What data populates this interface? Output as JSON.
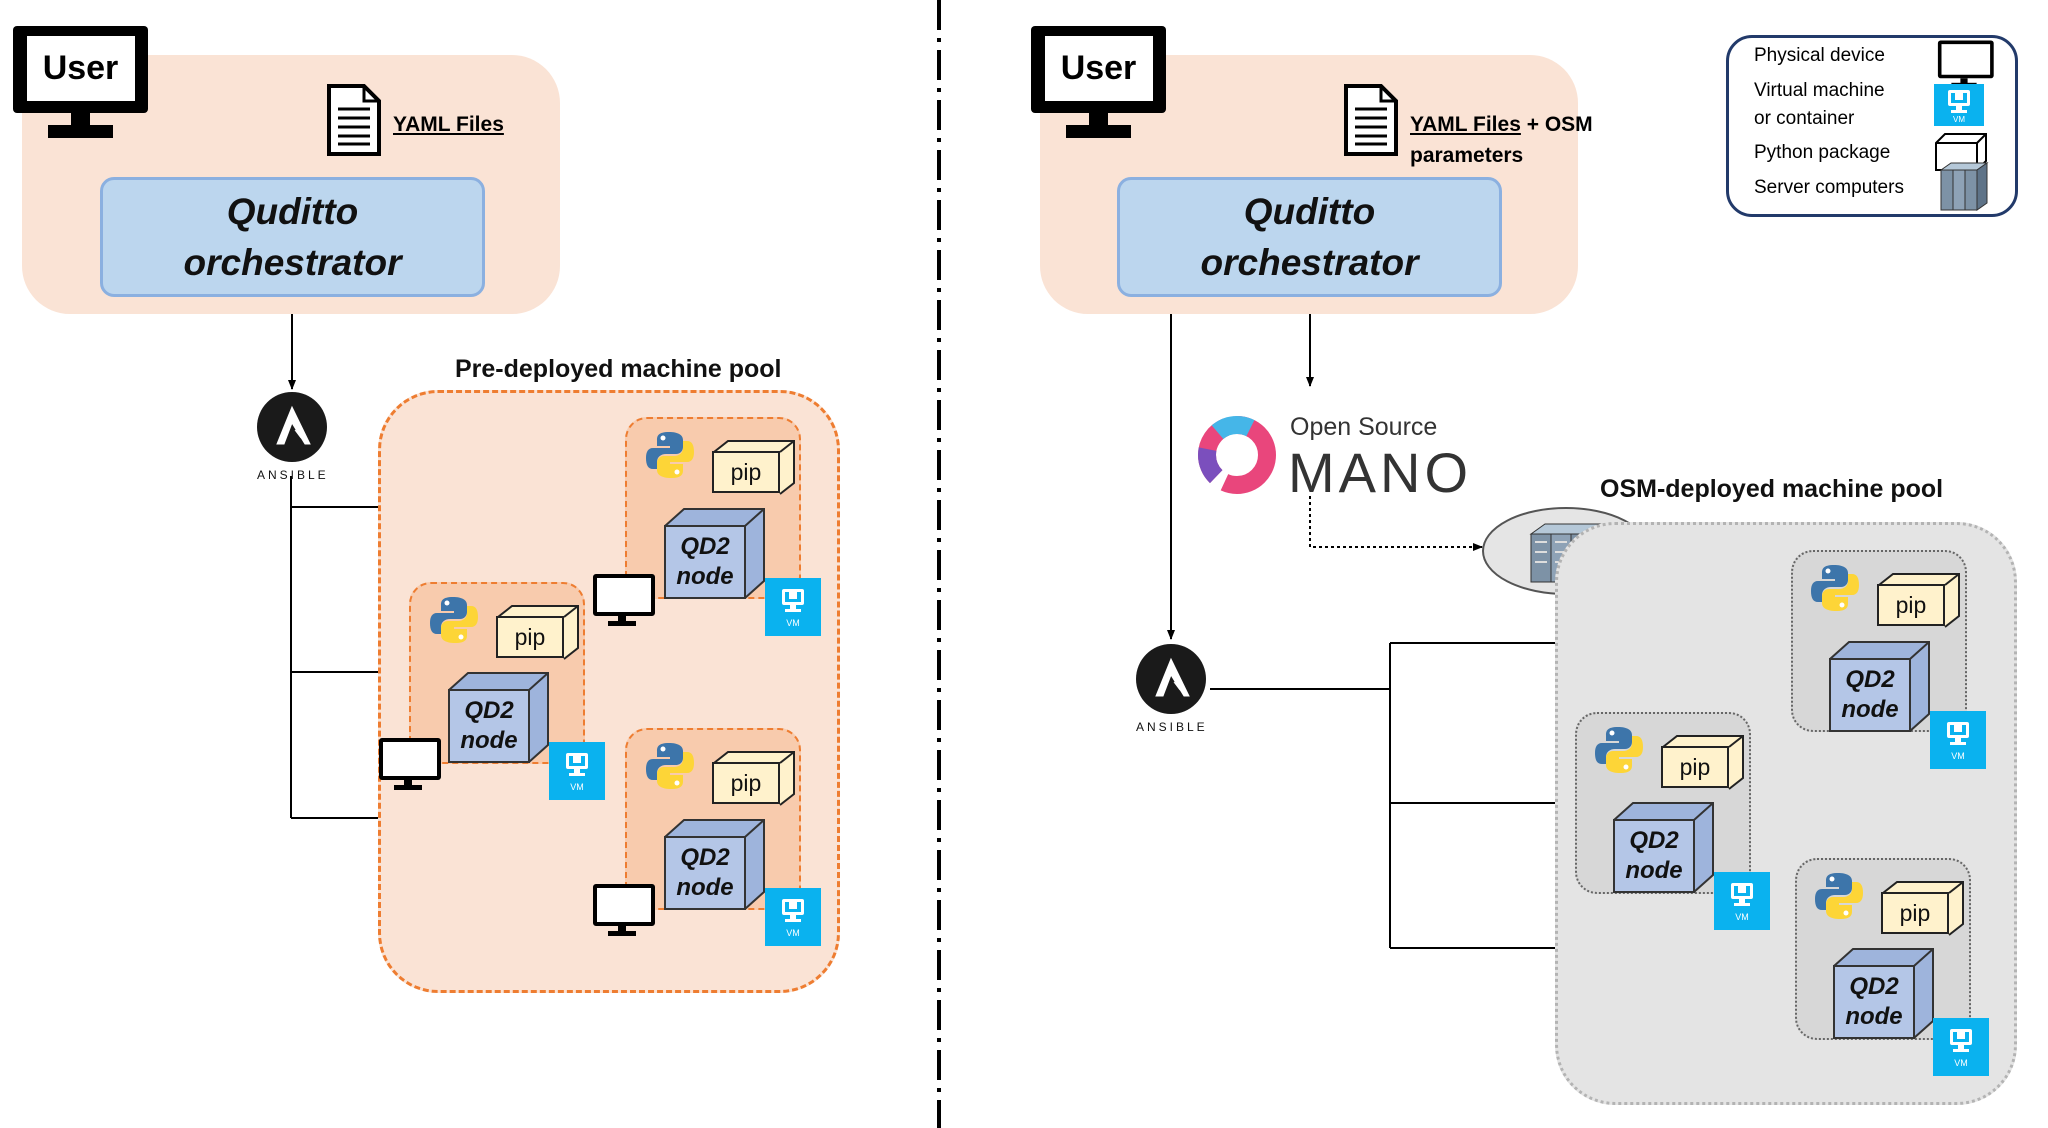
{
  "left": {
    "user_label": "User",
    "yaml_label": "YAML Files",
    "orchestrator_line1": "Quditto",
    "orchestrator_line2": "orchestrator",
    "ansible_label": "ANSIBLE",
    "pool_title": "Pre-deployed machine pool",
    "nodes": [
      {
        "pip": "pip",
        "qd_line1": "QD2",
        "qd_line2": "node",
        "vm": "VM"
      },
      {
        "pip": "pip",
        "qd_line1": "QD2",
        "qd_line2": "node",
        "vm": "VM"
      },
      {
        "pip": "pip",
        "qd_line1": "QD2",
        "qd_line2": "node",
        "vm": "VM"
      }
    ]
  },
  "right": {
    "user_label": "User",
    "yaml_label": "YAML Files",
    "yaml_extra": " + OSM",
    "yaml_extra2": "parameters",
    "orchestrator_line1": "Quditto",
    "orchestrator_line2": "orchestrator",
    "osm_line1": "Open Source",
    "osm_line2": "MANO",
    "ansible_label": "ANSIBLE",
    "pool_title": "OSM-deployed machine pool",
    "nodes": [
      {
        "pip": "pip",
        "qd_line1": "QD2",
        "qd_line2": "node",
        "vm": "VM"
      },
      {
        "pip": "pip",
        "qd_line1": "QD2",
        "qd_line2": "node",
        "vm": "VM"
      },
      {
        "pip": "pip",
        "qd_line1": "QD2",
        "qd_line2": "node",
        "vm": "VM"
      }
    ]
  },
  "legend": {
    "items": [
      {
        "label": "Physical device",
        "icon": "monitor-icon"
      },
      {
        "label_line1": "Virtual machine",
        "label_line2": "or container",
        "icon": "vm-icon"
      },
      {
        "label": "Python package",
        "icon": "box-icon"
      },
      {
        "label": "Server computers",
        "icon": "server-icon"
      }
    ],
    "vm_text": "VM"
  },
  "colors": {
    "zone_fill": "#fae3d5",
    "orchestrator_fill": "#bcd6ee",
    "pool_a_border": "#ee7d31",
    "node_a_fill": "#f8cbad",
    "pool_b_fill": "#e4e4e4",
    "qd_fill": "#b4c6e7",
    "pip_fill": "#fff2cc",
    "vm_fill": "#0ab2ef"
  }
}
